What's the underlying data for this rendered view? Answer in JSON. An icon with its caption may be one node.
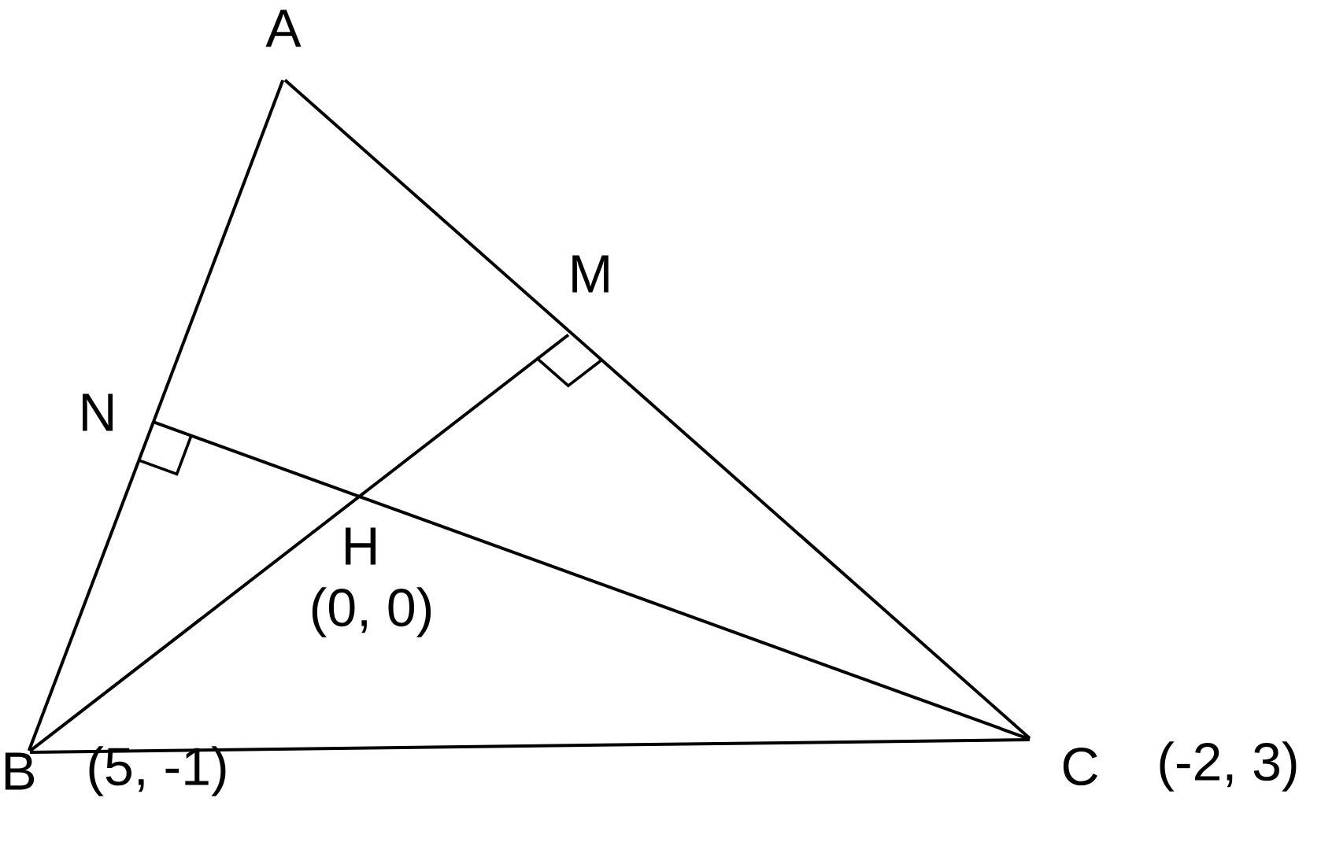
{
  "diagram": {
    "nodes": [
      {
        "text": [
          "A"
        ]
      },
      {
        "text": [
          "B"
        ],
        "beside": [
          "(5, -1)"
        ]
      },
      {
        "text": [
          "C"
        ],
        "beside": [
          "(-2, 3)"
        ]
      },
      {
        "text": [
          "M"
        ]
      },
      {
        "text": [
          "N"
        ]
      },
      {
        "text": [
          "H"
        ],
        "beside": [
          "(0, 0)"
        ]
      }
    ],
    "edges": [
      {
        "from": 0,
        "to": 1,
        "arrow": "none"
      },
      {
        "from": 1,
        "to": 2,
        "arrow": "none"
      },
      {
        "from": 2,
        "to": 0,
        "arrow": "none"
      },
      {
        "from": 1,
        "to": 3,
        "arrow": "none"
      },
      {
        "from": 2,
        "to": 4,
        "arrow": "none"
      }
    ]
  }
}
